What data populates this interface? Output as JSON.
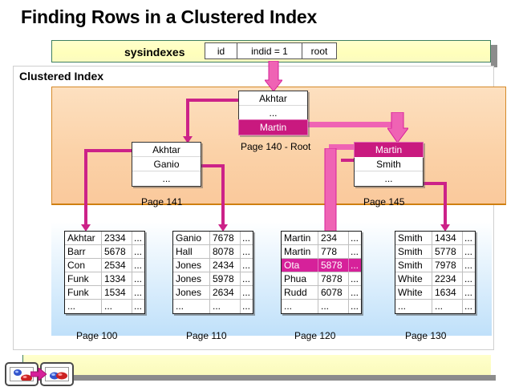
{
  "title": "Finding Rows in a Clustered Index",
  "colors": {
    "highlight": "#c9197f",
    "connector": "#cc2288",
    "connector_light": "#ef63b4",
    "banner": "#ffffcc",
    "index_region": "#fbd2a8",
    "leaf_region": "#cfe8fb"
  },
  "sysindexes": {
    "label": "sysindexes",
    "cells": [
      {
        "name": "id-cell",
        "text": "id"
      },
      {
        "name": "indid-cell",
        "text": "indid = 1"
      },
      {
        "name": "root-cell",
        "text": "root"
      }
    ]
  },
  "clustered_index": {
    "label": "Clustered Index"
  },
  "index_nodes": [
    {
      "id": "root",
      "caption": "Page 140 - Root",
      "rows": [
        {
          "text": "Akhtar",
          "highlighted": false
        },
        {
          "text": "...",
          "highlighted": false
        },
        {
          "text": "Martin",
          "highlighted": true
        }
      ]
    },
    {
      "id": "page141",
      "caption": "Page 141",
      "rows": [
        {
          "text": "Akhtar",
          "highlighted": false
        },
        {
          "text": "Ganio",
          "highlighted": false
        },
        {
          "text": "...",
          "highlighted": false
        }
      ]
    },
    {
      "id": "page145",
      "caption": "Page 145",
      "rows": [
        {
          "text": "Martin",
          "highlighted": true
        },
        {
          "text": "Smith",
          "highlighted": false
        },
        {
          "text": "...",
          "highlighted": false
        }
      ]
    }
  ],
  "leaf_pages": [
    {
      "id": "page100",
      "caption": "Page 100",
      "rows": [
        {
          "key": "Akhtar",
          "value": "2334",
          "more": "...",
          "highlighted": false
        },
        {
          "key": "Barr",
          "value": "5678",
          "more": "...",
          "highlighted": false
        },
        {
          "key": "Con",
          "value": "2534",
          "more": "...",
          "highlighted": false
        },
        {
          "key": "Funk",
          "value": "1334",
          "more": "...",
          "highlighted": false
        },
        {
          "key": "Funk",
          "value": "1534",
          "more": "...",
          "highlighted": false
        },
        {
          "key": "...",
          "value": "...",
          "more": "...",
          "highlighted": false
        }
      ]
    },
    {
      "id": "page110",
      "caption": "Page 110",
      "rows": [
        {
          "key": "Ganio",
          "value": "7678",
          "more": "...",
          "highlighted": false
        },
        {
          "key": "Hall",
          "value": "8078",
          "more": "...",
          "highlighted": false
        },
        {
          "key": "Jones",
          "value": "2434",
          "more": "...",
          "highlighted": false
        },
        {
          "key": "Jones",
          "value": "5978",
          "more": "...",
          "highlighted": false
        },
        {
          "key": "Jones",
          "value": "2634",
          "more": "...",
          "highlighted": false
        },
        {
          "key": "...",
          "value": "...",
          "more": "...",
          "highlighted": false
        }
      ]
    },
    {
      "id": "page120",
      "caption": "Page 120",
      "rows": [
        {
          "key": "Martin",
          "value": "234",
          "more": "...",
          "highlighted": false
        },
        {
          "key": "Martin",
          "value": "778",
          "more": "...",
          "highlighted": false
        },
        {
          "key": "Ota",
          "value": "5878",
          "more": "...",
          "highlighted": true
        },
        {
          "key": "Phua",
          "value": "7878",
          "more": "...",
          "highlighted": false
        },
        {
          "key": "Rudd",
          "value": "6078",
          "more": "...",
          "highlighted": false
        },
        {
          "key": "...",
          "value": "...",
          "more": "...",
          "highlighted": false
        }
      ]
    },
    {
      "id": "page130",
      "caption": "Page 130",
      "rows": [
        {
          "key": "Smith",
          "value": "1434",
          "more": "...",
          "highlighted": false
        },
        {
          "key": "Smith",
          "value": "5778",
          "more": "...",
          "highlighted": false
        },
        {
          "key": "Smith",
          "value": "7978",
          "more": "...",
          "highlighted": false
        },
        {
          "key": "White",
          "value": "2234",
          "more": "...",
          "highlighted": false
        },
        {
          "key": "White",
          "value": "1634",
          "more": "...",
          "highlighted": false
        },
        {
          "key": "...",
          "value": "...",
          "more": "...",
          "highlighted": false
        }
      ]
    }
  ],
  "navigation": {
    "previous_label": "",
    "next_label": ""
  }
}
